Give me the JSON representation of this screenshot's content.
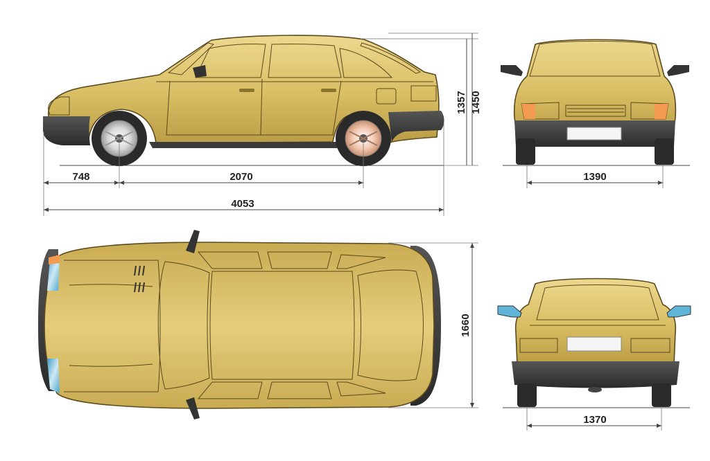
{
  "colors": {
    "body": "#d9bd62",
    "body_shade": "#b99b45",
    "body_highlight": "#ecd88e",
    "glass": "#5fb4d8",
    "glass_light": "#cfe9f5",
    "bumper": "#3b3b3b",
    "tail_light": "#e8834a",
    "turn_light": "#f39a52",
    "wheel": "#2a2a2a",
    "rim": "#dcdcdc"
  },
  "views": {
    "side": {
      "name": "side-view",
      "icon": "car-side-icon"
    },
    "front": {
      "name": "front-view",
      "icon": "car-front-icon"
    },
    "top": {
      "name": "top-view",
      "icon": "car-top-icon"
    },
    "rear": {
      "name": "rear-view",
      "icon": "car-rear-icon"
    }
  },
  "dimensions": {
    "front_overhang": "748",
    "wheelbase": "2070",
    "overall_length": "4053",
    "height_body": "1357",
    "height_total": "1450",
    "front_track": "1390",
    "overall_width": "1660",
    "rear_track": "1370"
  }
}
